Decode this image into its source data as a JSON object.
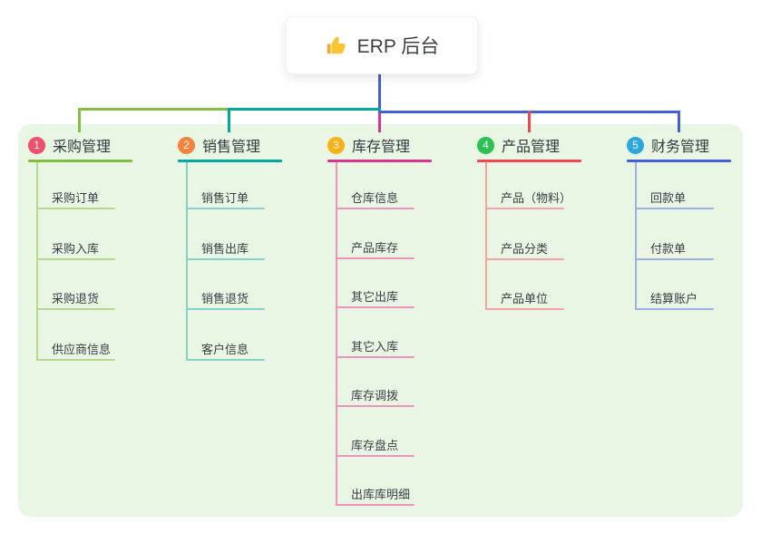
{
  "root": {
    "label": "ERP 后台",
    "icon": "thumbs-up-icon"
  },
  "canvas": {
    "panel_bg": "#e9f6e4",
    "stem_color": "#4460d6",
    "background": "#ffffff"
  },
  "branches": [
    {
      "num": "1",
      "label": "采购管理",
      "badge_color": "#f0506e",
      "line_color": "#84bf41",
      "child_line_color": "#b5d98e",
      "children": [
        "采购订单",
        "采购入库",
        "采购退货",
        "供应商信息"
      ]
    },
    {
      "num": "2",
      "label": "销售管理",
      "badge_color": "#f8843c",
      "line_color": "#00a99e",
      "child_line_color": "#86d1c8",
      "children": [
        "销售订单",
        "销售出库",
        "销售退货",
        "客户信息"
      ]
    },
    {
      "num": "3",
      "label": "库存管理",
      "badge_color": "#fbb018",
      "line_color": "#d6368f",
      "child_line_color": "#ef94c0",
      "children": [
        "仓库信息",
        "产品库存",
        "其它出库",
        "其它入库",
        "库存调拨",
        "库存盘点",
        "出库库明细"
      ]
    },
    {
      "num": "4",
      "label": "产品管理",
      "badge_color": "#2cc154",
      "line_color": "#f2484b",
      "child_line_color": "#f7a3a4",
      "children": [
        "产品（物料）",
        "产品分类",
        "产品单位"
      ]
    },
    {
      "num": "5",
      "label": "财务管理",
      "badge_color": "#2ba6df",
      "line_color": "#4460d6",
      "child_line_color": "#9fb0e8",
      "children": [
        "回款单",
        "付款单",
        "结算账户"
      ]
    }
  ]
}
